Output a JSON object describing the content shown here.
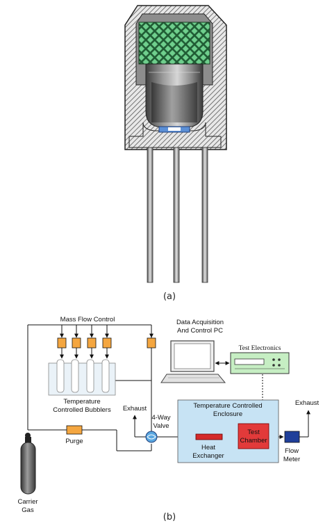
{
  "figure_a": {
    "caption": "(a)"
  },
  "figure_b": {
    "caption": "(b)",
    "labels": {
      "mass_flow_control": "Mass Flow Control",
      "data_acquisition_1": "Data Acquisition",
      "data_acquisition_2": "And Control PC",
      "test_electronics": "Test Electronics",
      "bubblers_1": "Temperature",
      "bubblers_2": "Controlled Bubblers",
      "exhaust_left": "Exhaust",
      "valve_1": "4-Way",
      "valve_2": "Valve",
      "enclosure_1": "Temperature Controlled",
      "enclosure_2": "Enclosure",
      "exhaust_right": "Exhaust",
      "purge": "Purge",
      "heat_exchanger_1": "Heat",
      "heat_exchanger_2": "Exchanger",
      "test_chamber_1": "Test",
      "test_chamber_2": "Chamber",
      "flow_meter_1": "Flow",
      "flow_meter_2": "Meter",
      "carrier_gas_1": "Carrier",
      "carrier_gas_2": "Gas"
    },
    "colors": {
      "mfc_orange": "#f4a640",
      "enclosure_blue": "#c7e3f4",
      "chamber_red": "#e23a3a",
      "heat_red": "#d42a2a",
      "flow_meter_navy": "#1f3f9a",
      "electronics_green": "#c6eec3",
      "valve_blue": "#5aa7e0"
    }
  }
}
